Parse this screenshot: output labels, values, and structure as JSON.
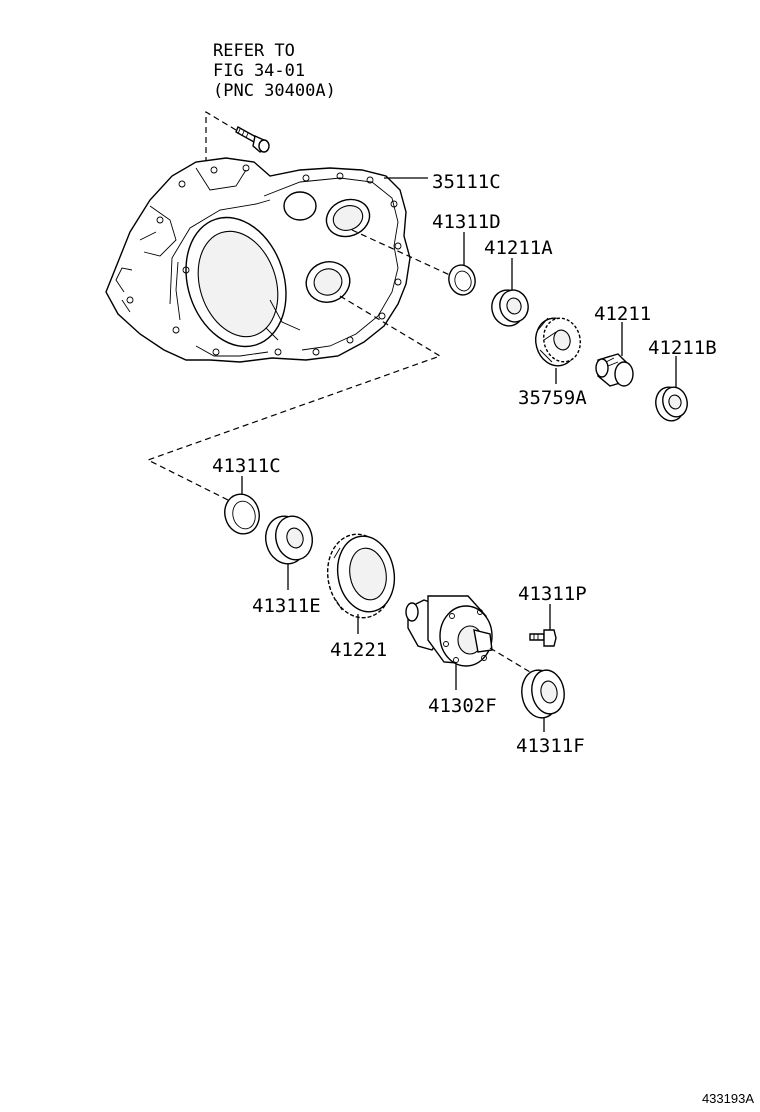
{
  "diagram": {
    "reference_note": {
      "line1": "REFER TO",
      "line2": "FIG 34-01",
      "line3": "(PNC 30400A)"
    },
    "parts": {
      "case": "35111C",
      "seal_upper": "41311D",
      "bearing_upper": "41211A",
      "gear_upper": "35759A",
      "pinion": "41211",
      "bearing_pinion": "41211B",
      "seal_lower": "41311C",
      "bearing_lower": "41311E",
      "ring_gear": "41221",
      "differential_case": "41302F",
      "bolt": "41311P",
      "bearing_diff": "41311F"
    },
    "figure_id": "433193A"
  }
}
